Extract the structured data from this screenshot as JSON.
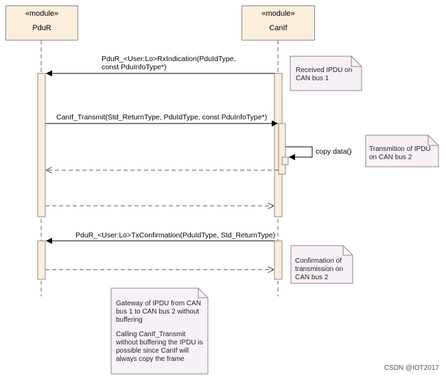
{
  "lifelines": {
    "pdur": {
      "stereotype": "«module»",
      "name": "PduR"
    },
    "canif": {
      "stereotype": "«module»",
      "name": "CanIf"
    }
  },
  "messages": {
    "rx_indication": {
      "line1": "PduR_<User:Lo>RxIndication(PduIdType,",
      "line2": "const PduInfoType*)"
    },
    "canif_transmit": "CanIf_Transmit(Std_ReturnType, PduIdType, const PduInfoType*)",
    "copy_data": "copy data()",
    "tx_confirmation": "PduR_<User:Lo>TxConfirmation(PduIdType, Std_ReturnType)"
  },
  "notes": {
    "received": [
      "Received IPDU on",
      "CAN bus 1"
    ],
    "transmition": [
      "Transmition of IPDU",
      "on CAN bus 2"
    ],
    "confirmation": [
      "Confirmation of",
      "transmission on",
      "CAN bus 2"
    ],
    "gateway": [
      "Gateway of IPDU from CAN",
      "bus 1 to CAN bus 2 without",
      "buffering",
      "",
      "Calling CanIf_Transmit",
      "without buffering the IPDU is",
      "possible since CanIf will",
      "always copy the frame"
    ]
  },
  "watermark": "CSDN @IOT2017",
  "colors": {
    "activation_fill": "#fbeedd",
    "note_fill": "#f7f1f7",
    "line": "#666666"
  }
}
